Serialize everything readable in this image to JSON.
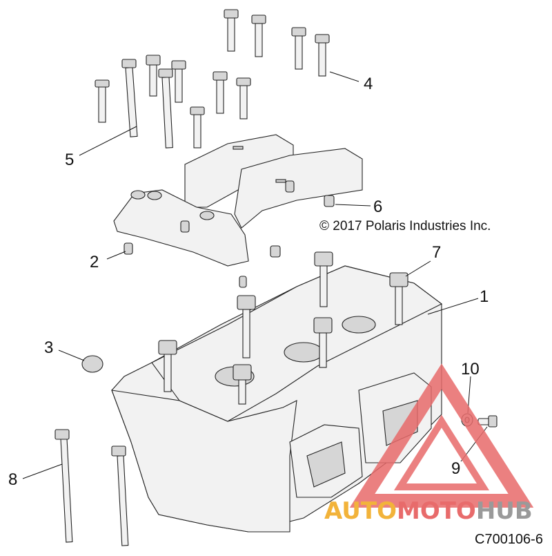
{
  "diagram": {
    "callouts": {
      "c1": "1",
      "c2": "2",
      "c3": "3",
      "c4": "4",
      "c5": "5",
      "c6": "6",
      "c7": "7",
      "c8": "8",
      "c9": "9",
      "c10": "10"
    },
    "copyright": "© 2017 Polaris Industries Inc.",
    "figure_id": "C700106-6"
  },
  "watermark": {
    "part1": "AUTO",
    "part2": "MOTO",
    "part3": "HUB",
    "color_red": "#e86b6b",
    "color_orange": "#f2b33a",
    "color_gray": "#9a9a9a"
  }
}
